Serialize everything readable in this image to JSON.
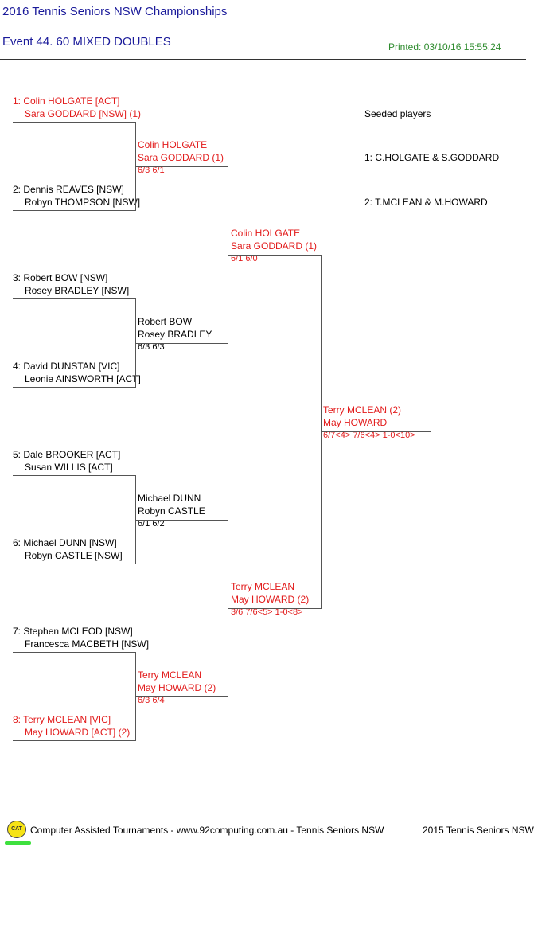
{
  "header": {
    "title": "2016 Tennis Seniors NSW Championships",
    "event": "Event 44. 60 MIXED DOUBLES",
    "printed": "Printed: 03/10/16 15:55:24"
  },
  "round1": [
    {
      "p1": "1: Colin HOLGATE [ACT]",
      "p2": "Sara GODDARD [NSW] (1)"
    },
    {
      "p1": "2: Dennis REAVES [NSW]",
      "p2": "Robyn THOMPSON [NSW]"
    },
    {
      "p1": "3: Robert BOW [NSW]",
      "p2": "Rosey BRADLEY [NSW]"
    },
    {
      "p1": "4: David DUNSTAN [VIC]",
      "p2": "Leonie AINSWORTH [ACT]"
    },
    {
      "p1": "5: Dale BROOKER [ACT]",
      "p2": "Susan WILLIS [ACT]"
    },
    {
      "p1": "6: Michael DUNN [NSW]",
      "p2": "Robyn CASTLE [NSW]"
    },
    {
      "p1": "7: Stephen MCLEOD [NSW]",
      "p2": "Francesca MACBETH [NSW]"
    },
    {
      "p1": "8: Terry MCLEAN [VIC]",
      "p2": "May HOWARD [ACT] (2)"
    }
  ],
  "round2": [
    {
      "p1": "Colin HOLGATE",
      "p2": "Sara GODDARD (1)",
      "score": "6/3 6/1"
    },
    {
      "p1": "Robert BOW",
      "p2": "Rosey BRADLEY",
      "score": "6/3 6/3"
    },
    {
      "p1": "Michael DUNN",
      "p2": "Robyn CASTLE",
      "score": "6/1 6/2"
    },
    {
      "p1": "Terry MCLEAN",
      "p2": "May HOWARD (2)",
      "score": "6/3 6/4"
    }
  ],
  "round3": [
    {
      "p1": "Colin HOLGATE",
      "p2": "Sara GODDARD (1)",
      "score": "6/1 6/0"
    },
    {
      "p1": "Terry MCLEAN",
      "p2": "May HOWARD (2)",
      "score": "3/6 7/6<5> 1-0<8>"
    }
  ],
  "final": {
    "p1": "Terry MCLEAN (2)",
    "p2": "May HOWARD",
    "score": "6/7<4> 7/6<4> 1-0<10>"
  },
  "seeds": {
    "heading": "Seeded players",
    "items": [
      "1: C.HOLGATE & S.GODDARD",
      "2: T.MCLEAN & M.HOWARD"
    ]
  },
  "footer": {
    "logo_text": "CAT",
    "credit": "Computer Assisted Tournaments - www.92computing.com.au -  Tennis Seniors NSW",
    "copyright": "2015 Tennis Seniors NSW"
  },
  "colors": {
    "winner": "#e21b1b",
    "title": "#1a1a9a",
    "printed": "#2e8b2e"
  }
}
